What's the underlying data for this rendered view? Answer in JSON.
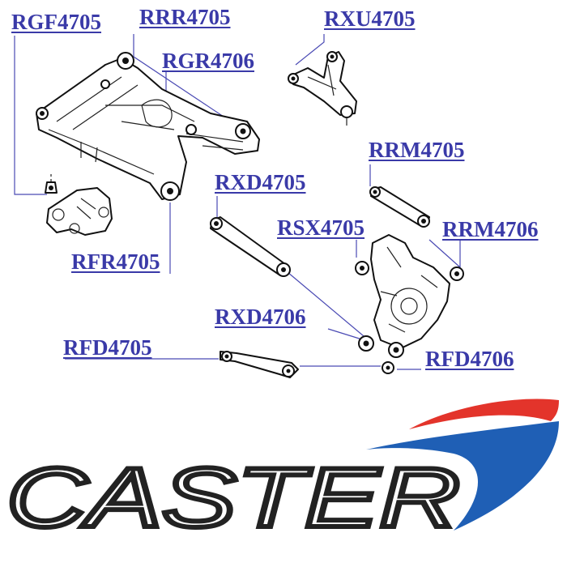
{
  "part_numbers": {
    "rgf4705": "RGF4705",
    "rrr4705": "RRR4705",
    "rxu4705": "RXU4705",
    "rgr4706": "RGR4706",
    "rrm4705": "RRM4705",
    "rxd4705": "RXD4705",
    "rsx4705": "RSX4705",
    "rrm4706": "RRM4706",
    "rfr4705": "RFR4705",
    "rxd4706": "RXD4706",
    "rfd4705": "RFD4705",
    "rfd4706": "RFD4706"
  },
  "logo": {
    "text": "CASTER",
    "swoosh_red": "#e3342b",
    "swoosh_blue": "#1f5fb5",
    "letter_color": "#222222"
  },
  "colors": {
    "label": "#3a3aa8",
    "leader": "#4a4ab4",
    "background": "#ffffff"
  }
}
